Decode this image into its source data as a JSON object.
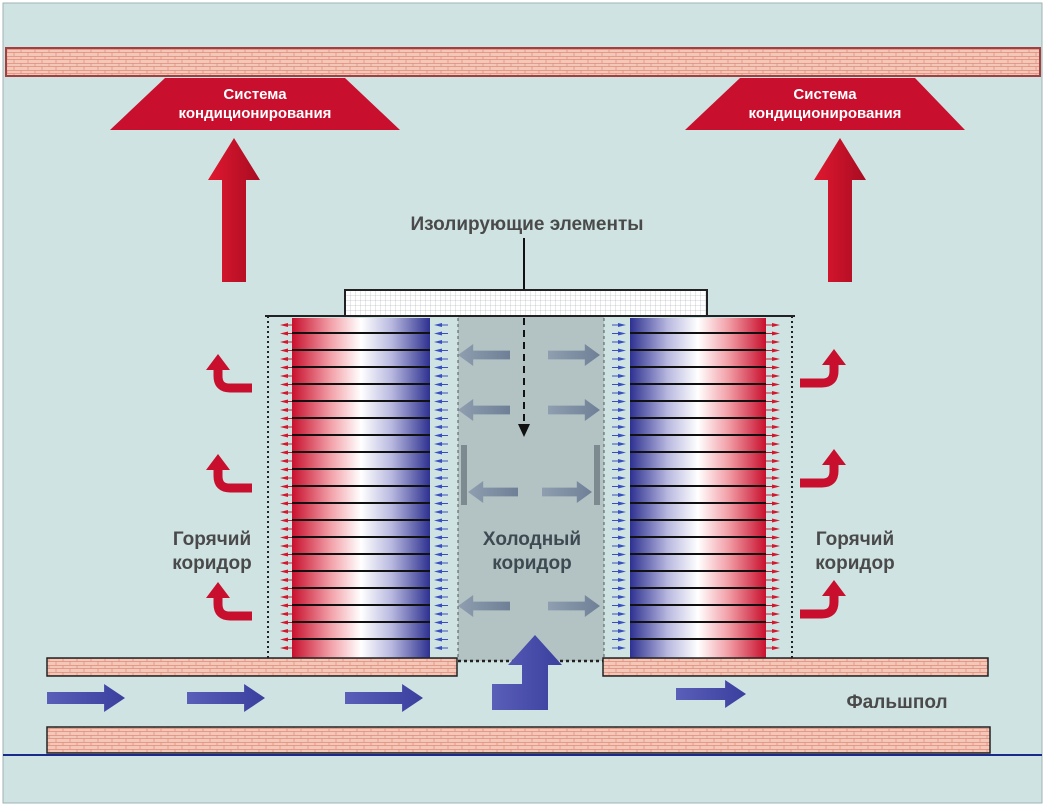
{
  "ac_unit_left": {
    "line1": "Система",
    "line2": "кондиционирования"
  },
  "ac_unit_right": {
    "line1": "Система",
    "line2": "кондиционирования"
  },
  "insulating_label": "Изолирующие элементы",
  "hot_aisle_left": {
    "line1": "Горячий",
    "line2": "коридор"
  },
  "hot_aisle_right": {
    "line1": "Горячий",
    "line2": "коридор"
  },
  "cold_aisle": {
    "line1": "Холодный",
    "line2": "коридор"
  },
  "raised_floor_label": "Фальшпол",
  "colors": {
    "background": "#cfe4e2",
    "hot_red": "#c8102e",
    "cold_blue": "#3a3f9e",
    "brick": "#f3c7b6",
    "cold_aisle_fill": "#b3c3c3"
  }
}
